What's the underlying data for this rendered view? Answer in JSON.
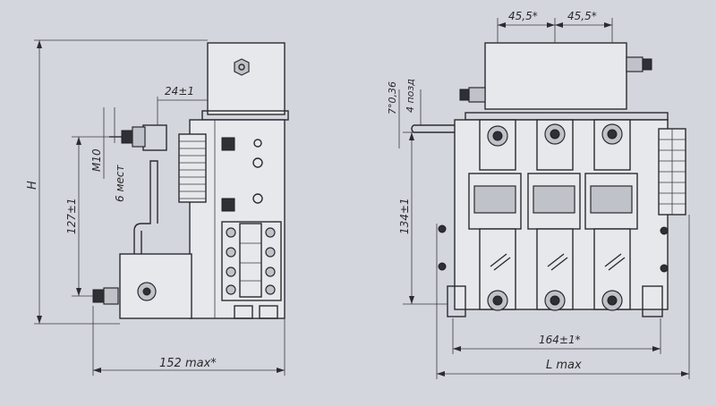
{
  "side_view": {
    "dim_height": "H",
    "dim_bracket": "24±1",
    "dim_thread": "M10",
    "dim_places": "6 мест",
    "dim_mount": "127±1",
    "dim_width": "152 max*"
  },
  "front_view": {
    "dim_pitch_left": "45,5*",
    "dim_pitch_right": "45,5*",
    "dim_angle": "7°0,36",
    "dim_positions": "4 позд",
    "dim_mount_height": "134±1",
    "dim_holes": "164±1*",
    "dim_length": "L max"
  }
}
